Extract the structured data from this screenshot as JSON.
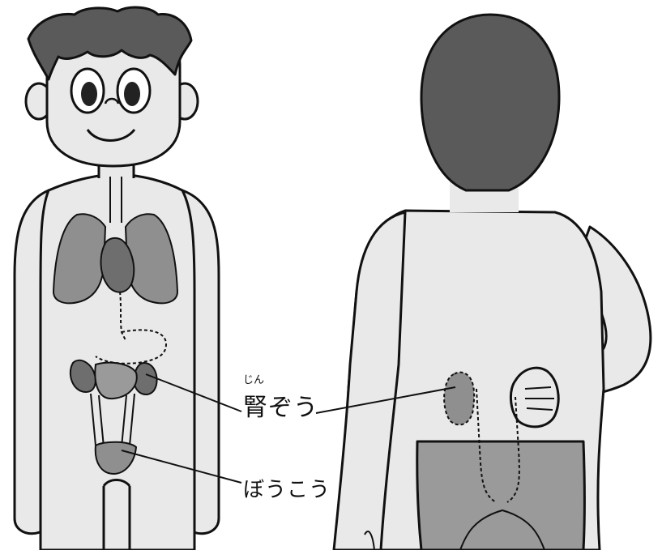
{
  "labels": {
    "kidney_ruby": "じん",
    "kidney": "腎ぞう",
    "bladder": "ぼうこう"
  },
  "colors": {
    "outline": "#111111",
    "skin": "#e9e9e9",
    "hair": "#5a5a5a",
    "organ": "#8f8f8f",
    "organ_dark": "#6e6e6e",
    "pants": "#9a9a9a"
  }
}
